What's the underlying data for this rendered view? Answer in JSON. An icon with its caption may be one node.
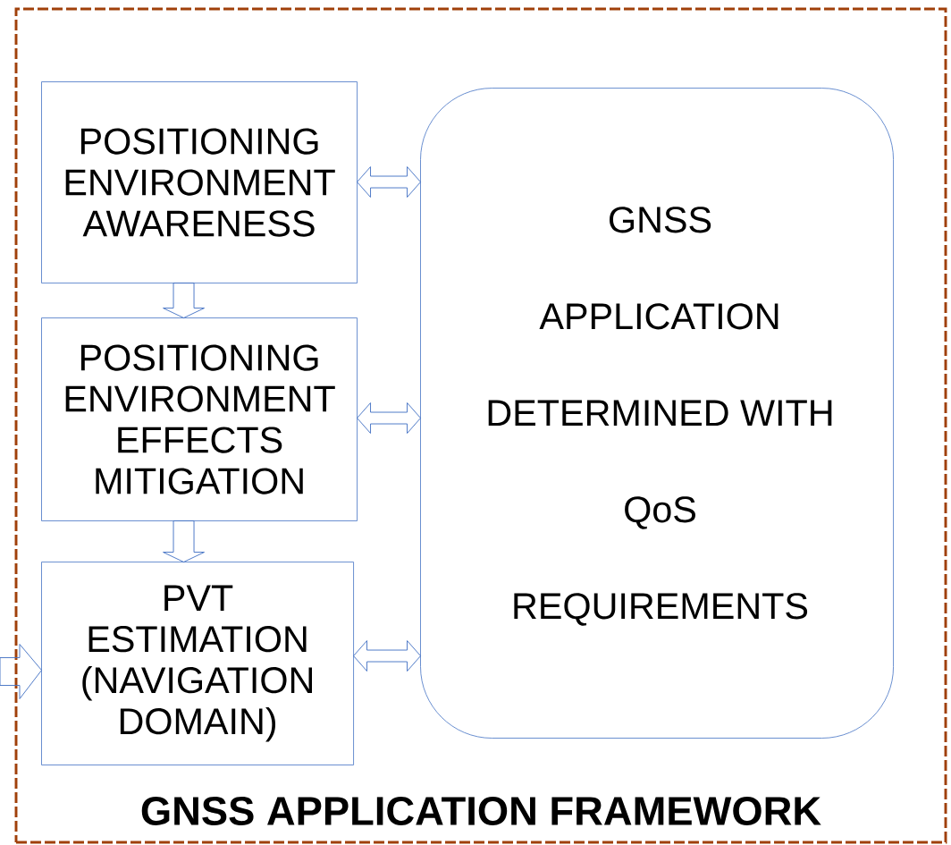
{
  "diagram": {
    "nodes": [
      {
        "text": [
          "GNSS APPLICATION FRAMEWORK"
        ]
      },
      {
        "text": [
          "POSITIONING ENVIRONMENT AWARENESS"
        ],
        "in": 0
      },
      {
        "text": [
          "POSITIONING ENVIRONMENT EFFECTS MITIGATION"
        ],
        "in": 0
      },
      {
        "text": [
          "PVT ESTIMATION (NAVIGATION DOMAIN)"
        ],
        "in": 0
      },
      {
        "text": [
          "GNSS",
          "APPLICATION",
          "DETERMINED WITH",
          "QoS",
          "REQUIREMENTS"
        ],
        "in": 0
      }
    ],
    "edges": [
      {
        "from": 1,
        "to": 2,
        "arrow": "to"
      },
      {
        "from": 2,
        "to": 3,
        "arrow": "to"
      },
      {
        "from": 1,
        "to": 4,
        "arrow": "both"
      },
      {
        "from": 2,
        "to": 4,
        "arrow": "both"
      },
      {
        "from": 3,
        "to": 4,
        "arrow": "both"
      },
      {
        "from": null,
        "to": 3,
        "arrow": "to"
      }
    ]
  }
}
